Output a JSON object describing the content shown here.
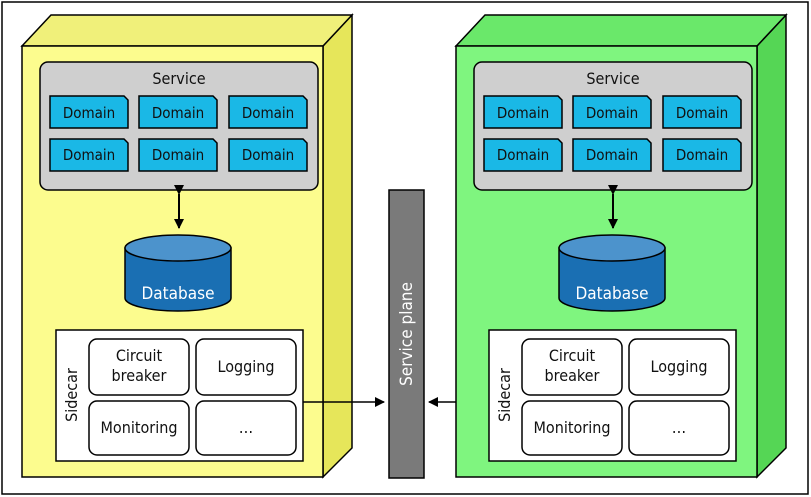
{
  "colors": {
    "left_box": "#fcfc8e",
    "left_box_dark": "#e6e65a",
    "right_box": "#7ff57f",
    "right_box_dark": "#55d655",
    "service_panel": "#cfcfcf",
    "domain": "#1ab8e6",
    "database": "#1a6fb3",
    "database_top": "#4c93cc",
    "service_plane": "#7a7a7a",
    "frame": "#000000"
  },
  "left_container": {
    "service": {
      "title": "Service",
      "domains": [
        "Domain",
        "Domain",
        "Domain",
        "Domain",
        "Domain",
        "Domain"
      ]
    },
    "database": {
      "label": "Database"
    },
    "sidecar": {
      "label": "Sidecar",
      "items": [
        {
          "line1": "Circuit",
          "line2": "breaker"
        },
        {
          "line1": "Logging",
          "line2": ""
        },
        {
          "line1": "Monitoring",
          "line2": ""
        },
        {
          "line1": "…",
          "line2": ""
        }
      ]
    }
  },
  "right_container": {
    "service": {
      "title": "Service",
      "domains": [
        "Domain",
        "Domain",
        "Domain",
        "Domain",
        "Domain",
        "Domain"
      ]
    },
    "database": {
      "label": "Database"
    },
    "sidecar": {
      "label": "Sidecar",
      "items": [
        {
          "line1": "Circuit",
          "line2": "breaker"
        },
        {
          "line1": "Logging",
          "line2": ""
        },
        {
          "line1": "Monitoring",
          "line2": ""
        },
        {
          "line1": "…",
          "line2": ""
        }
      ]
    }
  },
  "service_plane": {
    "label": "Service plane"
  }
}
